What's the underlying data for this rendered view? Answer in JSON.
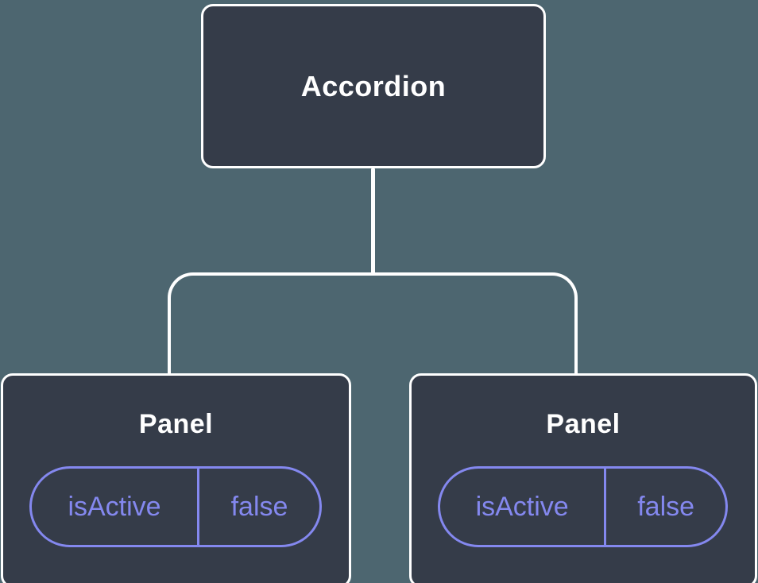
{
  "diagram": {
    "type": "component-tree",
    "root": {
      "label": "Accordion"
    },
    "panels": [
      {
        "title": "Panel",
        "prop": {
          "name": "isActive",
          "value": "false"
        }
      },
      {
        "title": "Panel",
        "prop": {
          "name": "isActive",
          "value": "false"
        }
      }
    ],
    "colors": {
      "background": "#4d6670",
      "node_fill": "#353c49",
      "node_stroke": "#ffffff",
      "accent": "#8488ef"
    }
  }
}
